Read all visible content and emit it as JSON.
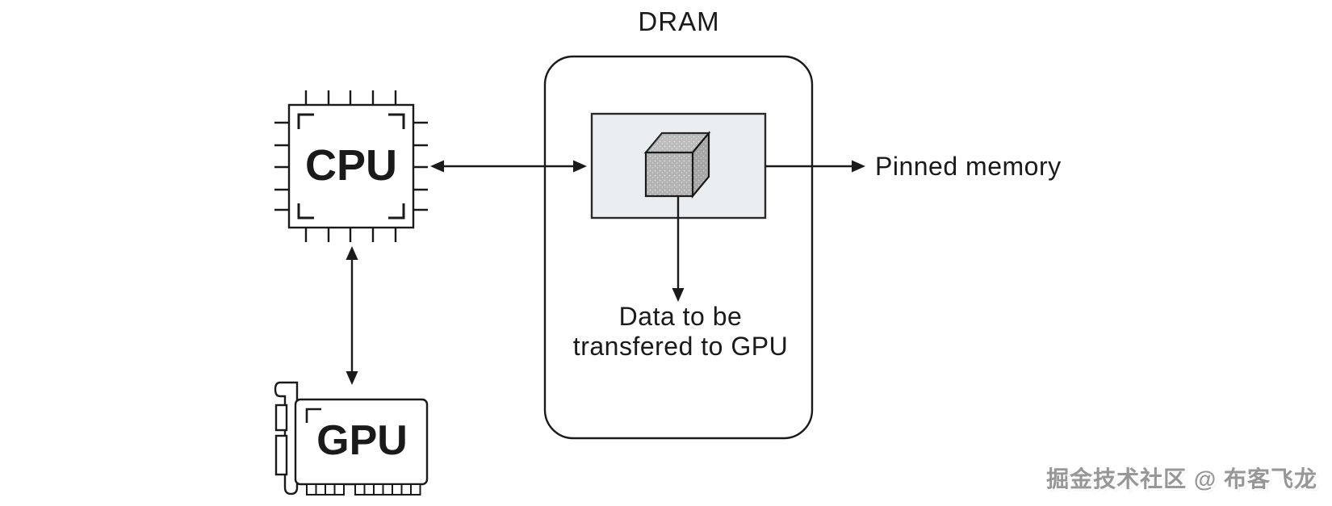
{
  "dram": {
    "title": "DRAM"
  },
  "cpu": {
    "label": "CPU"
  },
  "gpu": {
    "label": "GPU"
  },
  "labels": {
    "pinned_memory": "Pinned memory",
    "data_transfer_line1": "Data to be",
    "data_transfer_line2": "transfered to GPU"
  },
  "watermark": {
    "text": "掘金技术社区 @ 布客飞龙"
  },
  "icons": {
    "cpu": "cpu-chip-icon",
    "gpu": "gpu-card-icon",
    "cube": "data-cube-icon",
    "arrows": [
      "cpu-dram-double-arrow",
      "cpu-gpu-double-arrow",
      "buffer-pinned-arrow",
      "cube-down-arrow"
    ]
  },
  "colors": {
    "stroke": "#1a1a1a",
    "background": "#ffffff",
    "buffer_fill": "#ebeef0",
    "cube_base": "#b3b3b3",
    "cube_dots": "#e6e6e6",
    "watermark_gray": "#979797"
  }
}
